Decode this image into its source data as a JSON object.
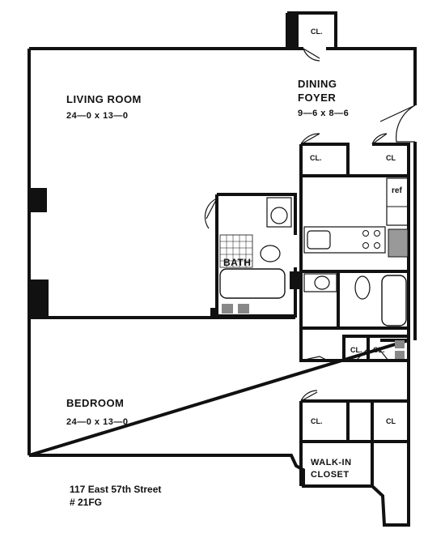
{
  "rooms": {
    "living_room": {
      "name": "LIVING ROOM",
      "dims": "24—0 x 13—0"
    },
    "dining_foyer": {
      "name_line1": "DINING",
      "name_line2": "FOYER",
      "dims": "9—6 x 8—6"
    },
    "bedroom": {
      "name": "BEDROOM",
      "dims": "24—0 x 13—0"
    },
    "walk_in_closet": {
      "line1": "WALK-IN",
      "line2": "CLOSET"
    },
    "bath": {
      "name": "BATH"
    }
  },
  "closets": {
    "label": "CL.",
    "top": "CL.",
    "foyer_left": "CL.",
    "foyer_right": "CL",
    "hall_left": "CL.",
    "hall_right": "CL.",
    "bedroom_left": "CL.",
    "bedroom_right": "CL"
  },
  "fixtures": {
    "refrigerator": "ref"
  },
  "address": {
    "line1": "117 East 57th Street",
    "line2": "# 21FG"
  },
  "colors": {
    "wall": "#111111",
    "background": "#ffffff",
    "fixture_fill": "#cccccc"
  }
}
